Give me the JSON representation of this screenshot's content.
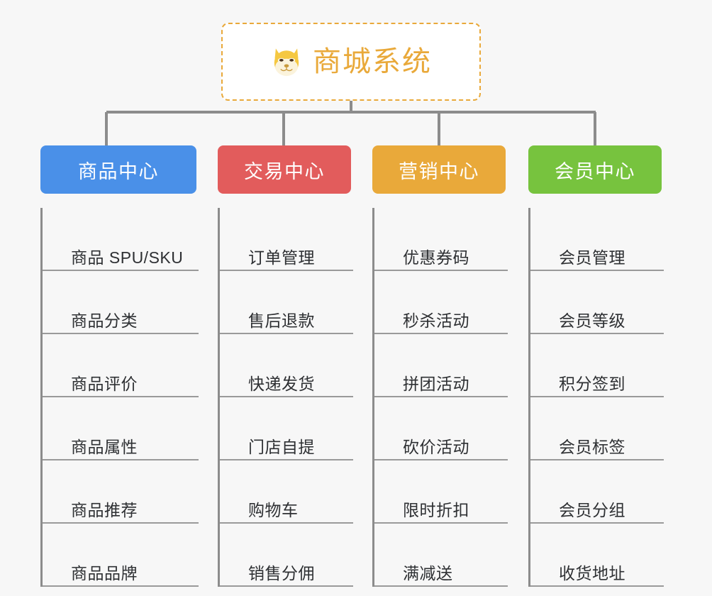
{
  "page": {
    "background_color": "#f7f7f7",
    "text_color": "#2e3033",
    "line_color": "#8c8c8c"
  },
  "root": {
    "title": "商城系统",
    "icon": "dog-face-icon",
    "border_color": "#e9a93a",
    "text_color": "#e9a93a",
    "background_color": "#ffffff"
  },
  "branches": [
    {
      "label": "商品中心",
      "color": "#4a90e8",
      "items": [
        {
          "label": "商品 SPU/SKU"
        },
        {
          "label": "商品分类"
        },
        {
          "label": "商品评价"
        },
        {
          "label": "商品属性"
        },
        {
          "label": "商品推荐"
        },
        {
          "label": "商品品牌"
        }
      ]
    },
    {
      "label": "交易中心",
      "color": "#e25c5c",
      "items": [
        {
          "label": "订单管理"
        },
        {
          "label": "售后退款"
        },
        {
          "label": "快递发货"
        },
        {
          "label": "门店自提"
        },
        {
          "label": "购物车"
        },
        {
          "label": "销售分佣"
        }
      ]
    },
    {
      "label": "营销中心",
      "color": "#e9a93a",
      "items": [
        {
          "label": "优惠券码"
        },
        {
          "label": "秒杀活动"
        },
        {
          "label": "拼团活动"
        },
        {
          "label": "砍价活动"
        },
        {
          "label": "限时折扣"
        },
        {
          "label": "满减送"
        }
      ]
    },
    {
      "label": "会员中心",
      "color": "#77c33e",
      "items": [
        {
          "label": "会员管理"
        },
        {
          "label": "会员等级"
        },
        {
          "label": "积分签到"
        },
        {
          "label": "会员标签"
        },
        {
          "label": "会员分组"
        },
        {
          "label": "收货地址"
        }
      ]
    }
  ]
}
